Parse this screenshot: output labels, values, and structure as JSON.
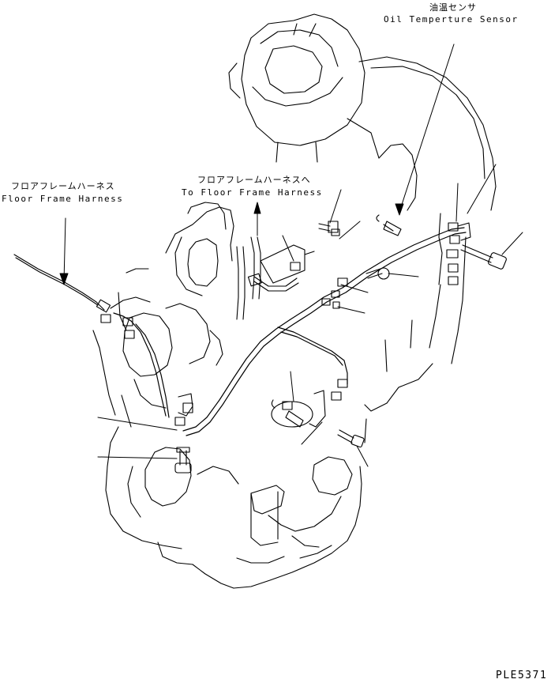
{
  "labels": {
    "oil_sensor_jp": "油温センサ",
    "oil_sensor_en": "Oil Temperture Sensor",
    "to_floor_jp": "フロアフレームハーネスへ",
    "to_floor_en": "To Floor Frame Harness",
    "floor_jp": "フロアフレームハーネス",
    "floor_en": "Floor Frame Harness",
    "drawing_code": "PLE5371"
  },
  "colors": {
    "line": "#000000",
    "background": "#ffffff"
  }
}
